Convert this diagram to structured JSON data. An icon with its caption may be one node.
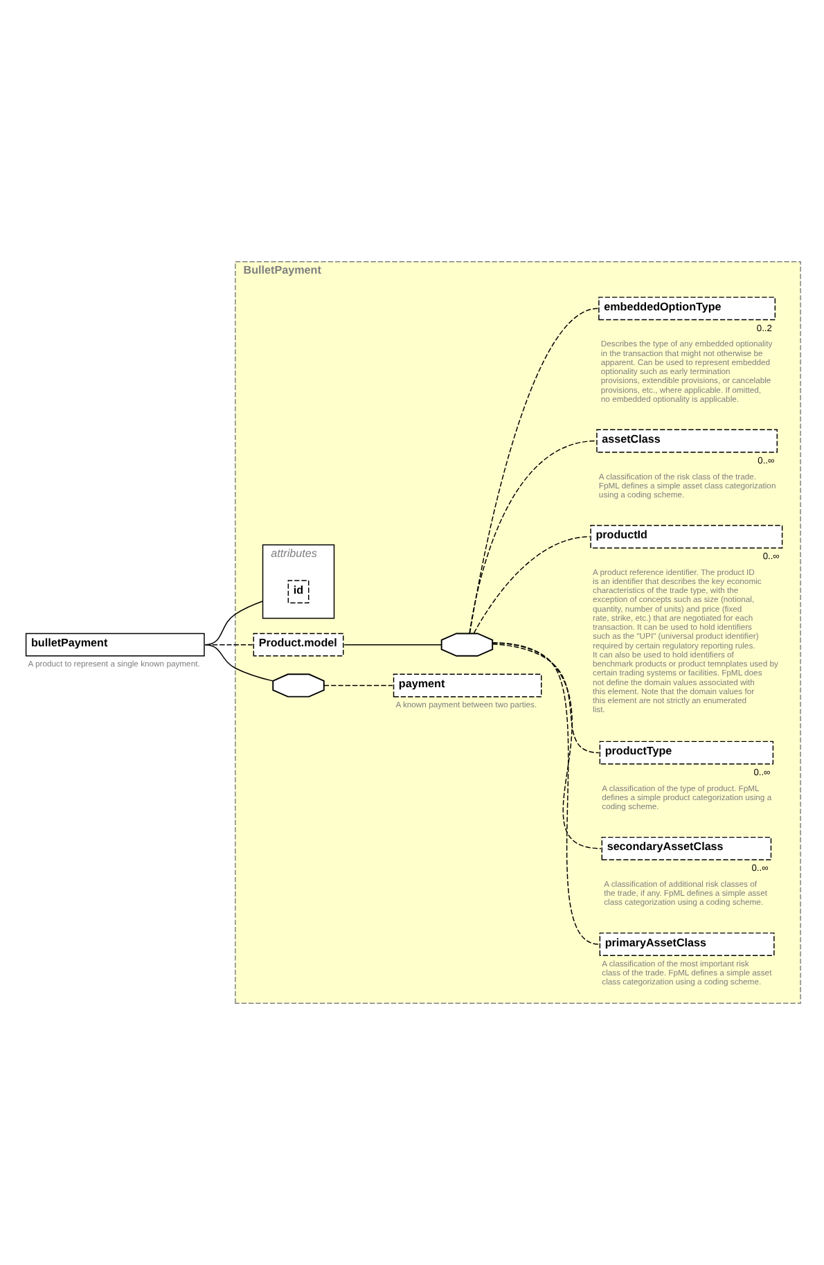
{
  "diagram": {
    "nodes": [
      {
        "text": [
          "bulletPayment"
        ],
        "beside": [
          "A product to represent a single known payment."
        ]
      },
      {
        "text": [
          "BulletPayment"
        ]
      },
      {
        "text": [
          "attributes"
        ],
        "in": 1
      },
      {
        "text": [
          "id"
        ],
        "in": 2
      },
      {
        "text": [
          "Product.model"
        ],
        "in": 1
      },
      {
        "text": [],
        "shape": "octagon",
        "in": 1
      },
      {
        "text": [
          "primaryAssetClass"
        ],
        "in": 1,
        "beside": [
          "A classification of the most important risk class of the trade. FpML defines a simple asset class categorization using a coding scheme."
        ]
      },
      {
        "text": [
          "secondaryAssetClass"
        ],
        "in": 1,
        "beside": [
          "0..∞",
          "A classification of additional risk classes of the trade, if any. FpML defines a simple asset class categorization using a coding scheme."
        ]
      },
      {
        "text": [
          "productType"
        ],
        "in": 1,
        "beside": [
          "0..∞",
          "A classification of the type of product. FpML defines a simple product categorization using a coding scheme."
        ]
      },
      {
        "text": [
          "productId"
        ],
        "in": 1,
        "beside": [
          "0..∞",
          "A product reference identifier. The product ID is an identifier that describes the key economic characteristics of the trade type, with the exception of concepts such as size (notional, quantity, number of units) and price (fixed rate, strike, etc.) that are negotiated for each transaction. It can be used to hold identifiers such as the \"UPI\" (universal product identifier) required by certain regulatory reporting rules. It can also be used to hold identifiers of benchmark products or product temnplates used by certain trading systems or facilities. FpML does not define the domain values associated with this element. Note that the domain values for this element are not strictly an enumerated list."
        ]
      },
      {
        "text": [
          "assetClass"
        ],
        "in": 1,
        "beside": [
          "0..∞",
          "A classification of the risk class of the trade. FpML defines a simple asset class categorization using a coding scheme."
        ]
      },
      {
        "text": [
          "embeddedOptionType"
        ],
        "in": 1,
        "beside": [
          "0..2",
          "Describes the type of any embedded optionality in the transaction that might not otherwise be apparent. Can be used to represent embedded optionality such as early termination provisions, extendible provisions, or cancelable provisions, etc., where applicable. If omitted, no embedded optionality is applicable."
        ]
      },
      {
        "text": [],
        "shape": "octagon",
        "in": 1
      },
      {
        "text": [
          "payment"
        ],
        "in": 1,
        "beside": [
          "A known payment between two parties."
        ]
      }
    ],
    "edges": [
      {
        "from": 0,
        "to": 2,
        "arrow": "none"
      },
      {
        "from": 0,
        "to": 4,
        "arrow": "none",
        "style": "dashed"
      },
      {
        "from": 0,
        "to": 12,
        "arrow": "none"
      },
      {
        "from": 4,
        "to": 5,
        "arrow": "none"
      },
      {
        "from": 5,
        "to": 6,
        "arrow": "none",
        "style": "dashed"
      },
      {
        "from": 5,
        "to": 7,
        "arrow": "none",
        "style": "dashed"
      },
      {
        "from": 5,
        "to": 8,
        "arrow": "none",
        "style": "dashed"
      },
      {
        "from": 5,
        "to": 9,
        "arrow": "none",
        "style": "dashed"
      },
      {
        "from": 5,
        "to": 10,
        "arrow": "none",
        "style": "dashed"
      },
      {
        "from": 5,
        "to": 11,
        "arrow": "none",
        "style": "dashed"
      },
      {
        "from": 12,
        "to": 13,
        "arrow": "none",
        "style": "dashed"
      }
    ]
  }
}
